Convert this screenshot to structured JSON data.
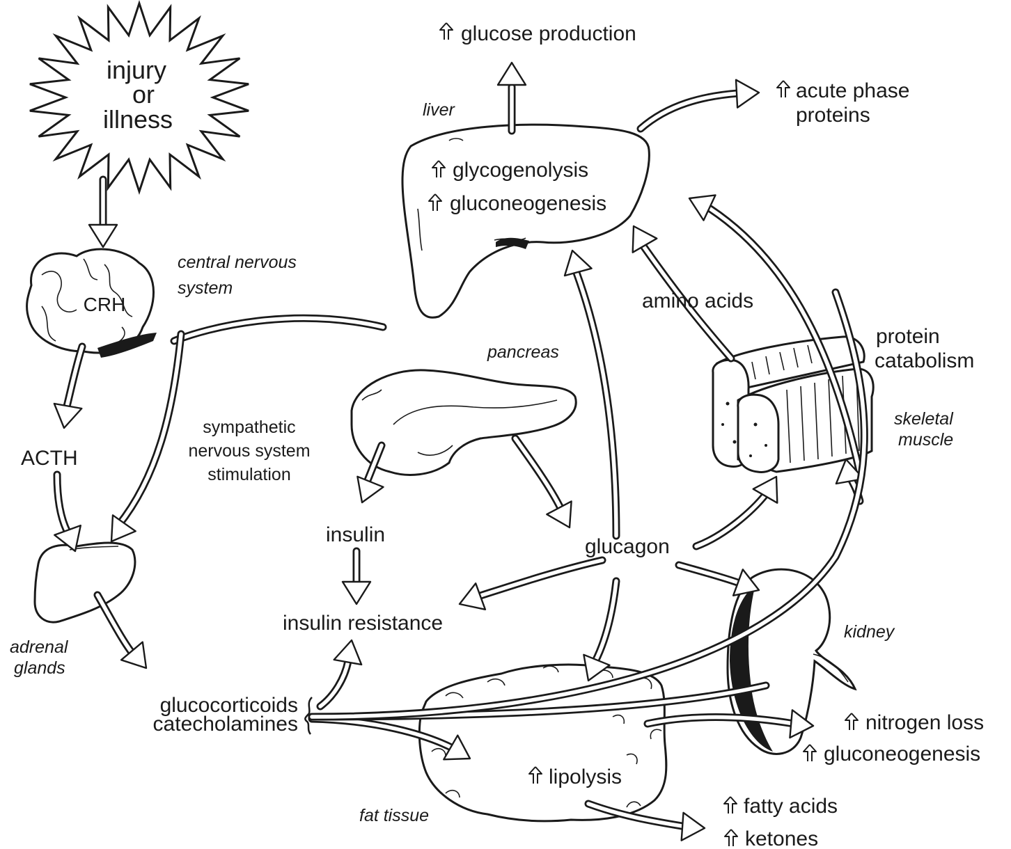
{
  "diagram": {
    "trigger": {
      "line1": "injury",
      "line2": "or",
      "line3": "illness"
    },
    "brain": {
      "label": "CRH",
      "caption_line1": "central nervous",
      "caption_line2": "system"
    },
    "liver": {
      "caption": "liver",
      "line1": "glycogenolysis",
      "line2": "gluconeogenesis",
      "output_top": "glucose production",
      "output_right_line1": "acute phase",
      "output_right_line2": "proteins"
    },
    "pancreas": {
      "caption": "pancreas"
    },
    "muscle": {
      "caption_line1": "skeletal",
      "caption_line2": "muscle",
      "effect_line1": "protein",
      "effect_line2": "catabolism",
      "amino": "amino acids"
    },
    "kidney": {
      "caption": "kidney",
      "out1": "nitrogen loss",
      "out2": "gluconeogenesis"
    },
    "adrenal": {
      "caption_line1": "adrenal",
      "caption_line2": "glands"
    },
    "fat": {
      "caption": "fat tissue",
      "effect": "lipolysis",
      "out1": "fatty acids",
      "out2": "ketones"
    },
    "hormones": {
      "acth": "ACTH",
      "sns_line1": "sympathetic",
      "sns_line2": "nervous system",
      "sns_line3": "stimulation",
      "insulin": "insulin",
      "insulin_resistance": "insulin resistance",
      "glucagon": "glucagon",
      "gluco": "glucocorticoids",
      "catechol": "catecholamines"
    }
  }
}
